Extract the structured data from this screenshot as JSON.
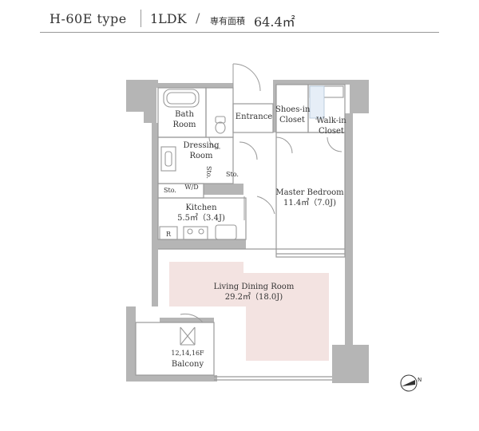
{
  "header": {
    "type_name": "H-60E type",
    "layout": "1LDK",
    "slash": "/",
    "area_label": "専有面積",
    "area_value": "64.4㎡"
  },
  "rooms": {
    "bath": "Bath\nRoom",
    "dressing": "Dressing\nRoom",
    "entrance": "Entrance",
    "shoes_in": "Shoes-in\nCloset",
    "walk_in": "Walk-in\nCloset",
    "master": "Master Bedroom\n11.4㎡（7.0J)",
    "kitchen": "Kitchen\n5.5㎡（3.4J)",
    "ldr": "Living Dining Room\n29.2㎡（18.0J)",
    "balcony_floors": "12,14,16F",
    "balcony": "Balcony",
    "sto1": "Sto.",
    "sto2": "Sto.",
    "sto3": "Sto.",
    "wd": "W/D",
    "fridge": "R"
  },
  "colors": {
    "wall": "#b5b5b5",
    "living_highlight": "#f3e3e1",
    "line": "#9a9a9a"
  },
  "icons": {
    "compass": "north-compass-icon"
  }
}
